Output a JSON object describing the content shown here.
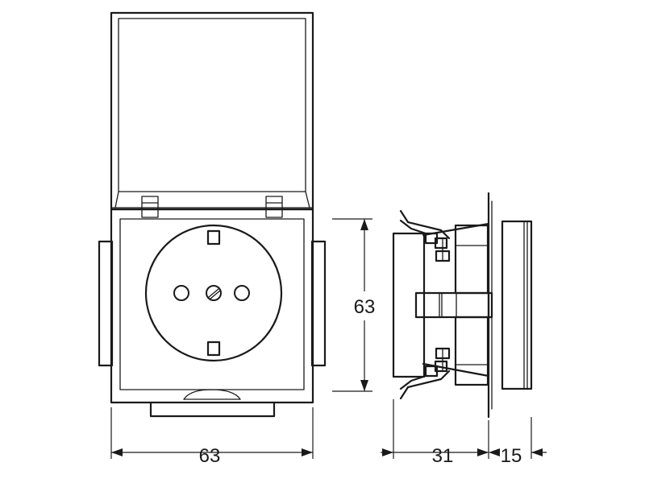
{
  "dimensions": {
    "front_width": "63",
    "front_height": "63",
    "side_depth_a": "31",
    "side_depth_b": "15"
  }
}
